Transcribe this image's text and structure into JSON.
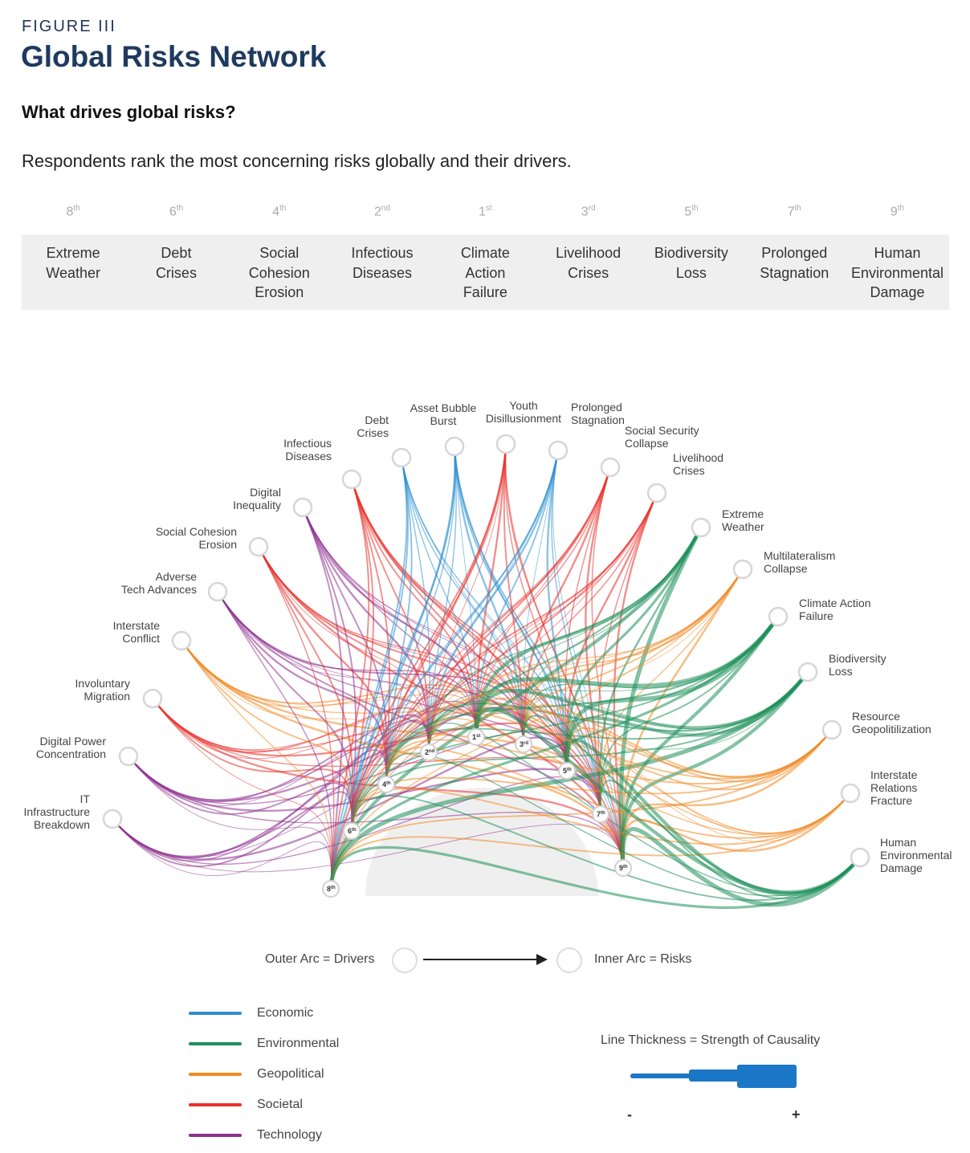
{
  "header": {
    "figure_label": "FIGURE III",
    "title": "Global Risks Network",
    "subtitle": "What drives global risks?",
    "description": "Respondents rank the most concerning risks globally and their drivers."
  },
  "risk_ranking": [
    {
      "rank_num": "8",
      "rank_suffix": "th",
      "label_lines": [
        "Extreme",
        "Weather"
      ]
    },
    {
      "rank_num": "6",
      "rank_suffix": "th",
      "label_lines": [
        "Debt",
        "Crises"
      ]
    },
    {
      "rank_num": "4",
      "rank_suffix": "th",
      "label_lines": [
        "Social",
        "Cohesion",
        "Erosion"
      ]
    },
    {
      "rank_num": "2",
      "rank_suffix": "nd",
      "label_lines": [
        "Infectious",
        "Diseases"
      ]
    },
    {
      "rank_num": "1",
      "rank_suffix": "st",
      "label_lines": [
        "Climate",
        "Action",
        "Failure"
      ]
    },
    {
      "rank_num": "3",
      "rank_suffix": "rd",
      "label_lines": [
        "Livelihood",
        "Crises"
      ]
    },
    {
      "rank_num": "5",
      "rank_suffix": "th",
      "label_lines": [
        "Biodiversity",
        "Loss"
      ]
    },
    {
      "rank_num": "7",
      "rank_suffix": "th",
      "label_lines": [
        "Prolonged",
        "Stagnation"
      ]
    },
    {
      "rank_num": "9",
      "rank_suffix": "th",
      "label_lines": [
        "Human",
        "Environmental",
        "Damage"
      ]
    }
  ],
  "network": {
    "drivers": [
      {
        "id": "it-infra",
        "label_lines": [
          "IT",
          "Infrastructure",
          "Breakdown"
        ],
        "category": "Technology"
      },
      {
        "id": "digital-power",
        "label_lines": [
          "Digital Power",
          "Concentration"
        ],
        "category": "Technology"
      },
      {
        "id": "involuntary-migration",
        "label_lines": [
          "Involuntary",
          "Migration"
        ],
        "category": "Societal"
      },
      {
        "id": "interstate-conflict",
        "label_lines": [
          "Interstate",
          "Conflict"
        ],
        "category": "Geopolitical"
      },
      {
        "id": "adverse-tech",
        "label_lines": [
          "Adverse",
          "Tech Advances"
        ],
        "category": "Technology"
      },
      {
        "id": "social-cohesion",
        "label_lines": [
          "Social Cohesion",
          "Erosion"
        ],
        "category": "Societal"
      },
      {
        "id": "digital-inequality",
        "label_lines": [
          "Digital",
          "Inequality"
        ],
        "category": "Technology"
      },
      {
        "id": "infectious-diseases",
        "label_lines": [
          "Infectious",
          "Diseases"
        ],
        "category": "Societal"
      },
      {
        "id": "debt-crises",
        "label_lines": [
          "Debt",
          "Crises"
        ],
        "category": "Economic"
      },
      {
        "id": "asset-bubble",
        "label_lines": [
          "Asset Bubble",
          "Burst"
        ],
        "category": "Economic"
      },
      {
        "id": "youth",
        "label_lines": [
          "Youth",
          "Disillusionment"
        ],
        "category": "Societal"
      },
      {
        "id": "prolonged-stagnation",
        "label_lines": [
          "Prolonged",
          "Stagnation"
        ],
        "category": "Economic"
      },
      {
        "id": "social-security",
        "label_lines": [
          "Social Security",
          "Collapse"
        ],
        "category": "Societal"
      },
      {
        "id": "livelihood",
        "label_lines": [
          "Livelihood",
          "Crises"
        ],
        "category": "Societal"
      },
      {
        "id": "extreme-weather",
        "label_lines": [
          "Extreme",
          "Weather"
        ],
        "category": "Environmental"
      },
      {
        "id": "multilateralism",
        "label_lines": [
          "Multilateralism",
          "Collapse"
        ],
        "category": "Geopolitical"
      },
      {
        "id": "climate-action",
        "label_lines": [
          "Climate Action",
          "Failure"
        ],
        "category": "Environmental"
      },
      {
        "id": "biodiversity",
        "label_lines": [
          "Biodiversity",
          "Loss"
        ],
        "category": "Environmental"
      },
      {
        "id": "resource-geo",
        "label_lines": [
          "Resource",
          "Geopolitilization"
        ],
        "category": "Geopolitical"
      },
      {
        "id": "interstate-relations",
        "label_lines": [
          "Interstate",
          "Relations",
          "Fracture"
        ],
        "category": "Geopolitical"
      },
      {
        "id": "human-env",
        "label_lines": [
          "Human",
          "Environmental",
          "Damage"
        ],
        "category": "Environmental"
      }
    ],
    "risks": [
      {
        "rank_num": "8",
        "rank_suffix": "th"
      },
      {
        "rank_num": "6",
        "rank_suffix": "th"
      },
      {
        "rank_num": "4",
        "rank_suffix": "th"
      },
      {
        "rank_num": "2",
        "rank_suffix": "nd"
      },
      {
        "rank_num": "1",
        "rank_suffix": "st"
      },
      {
        "rank_num": "3",
        "rank_suffix": "rd"
      },
      {
        "rank_num": "5",
        "rank_suffix": "th"
      },
      {
        "rank_num": "7",
        "rank_suffix": "th"
      },
      {
        "rank_num": "9",
        "rank_suffix": "th"
      }
    ]
  },
  "flow_legend": {
    "outer_label": "Outer Arc = Drivers",
    "inner_label": "Inner Arc = Risks"
  },
  "category_legend": [
    {
      "name": "Economic",
      "color": "#2b8fd0"
    },
    {
      "name": "Environmental",
      "color": "#1e8f5a"
    },
    {
      "name": "Geopolitical",
      "color": "#f08a24"
    },
    {
      "name": "Societal",
      "color": "#e8322b"
    },
    {
      "name": "Technology",
      "color": "#8e2f8f"
    }
  ],
  "thickness_legend": {
    "title": "Line Thickness = Strength of Causality",
    "minus": "-",
    "plus": "+",
    "color": "#1b77c8"
  }
}
